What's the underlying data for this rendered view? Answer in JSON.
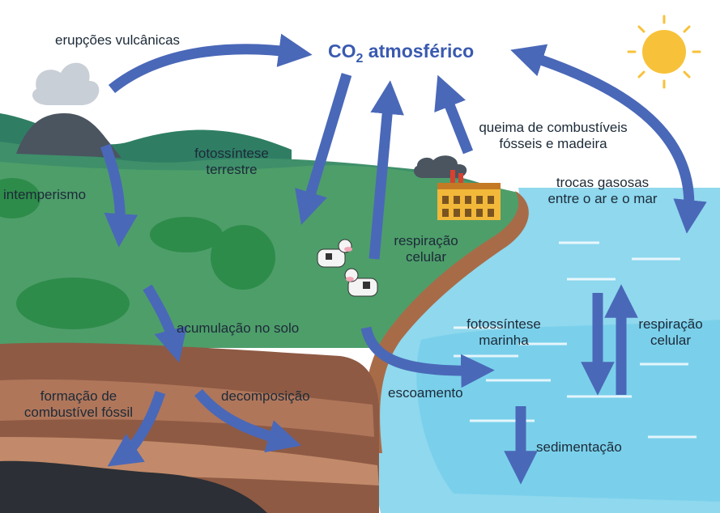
{
  "title": {
    "co2": "CO",
    "subscript": "2",
    "rest": "atmosférico"
  },
  "labels": {
    "volcanic": "erupções vulcânicas",
    "photosynthesis_land": [
      "fotossíntese",
      "terrestre"
    ],
    "weathering": "intemperismo",
    "combustion": [
      "queima de combustíveis",
      "fósseis e madeira"
    ],
    "gas_exchange": [
      "trocas gasosas",
      "entre o ar e o mar"
    ],
    "respiration_land": [
      "respiração",
      "celular"
    ],
    "soil_accumulation": "acumulação no solo",
    "marine_photosynthesis": [
      "fotossíntese",
      "marinha"
    ],
    "respiration_sea": [
      "respiração",
      "celular"
    ],
    "fossil_fuel_formation": [
      "formação de",
      "combustível fóssil"
    ],
    "decomposition": "decomposição",
    "runoff": "escoamento",
    "sedimentation": "sedimentação"
  },
  "colors": {
    "arrow": "#4a68b8",
    "co2_text": "#3a5ab0",
    "sky": "#ffffff",
    "sea": "#8fd8ee",
    "grass": "#4e9e6a",
    "soil": "#8e5a44",
    "sun": "#f7c23a"
  }
}
